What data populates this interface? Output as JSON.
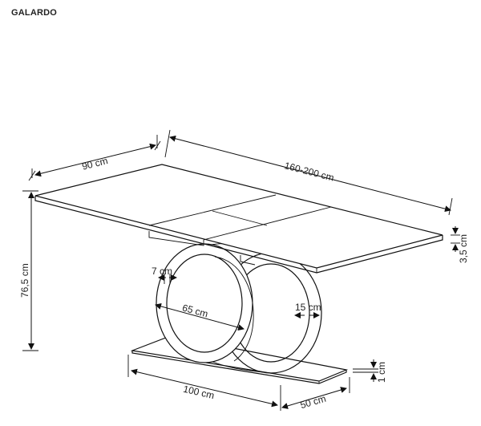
{
  "title": "GALARDO",
  "dimensions": {
    "width": "90 cm",
    "length": "160-200 cm",
    "height": "76,5 cm",
    "top_thickness": "3,5 cm",
    "ring_thickness": "7 cm",
    "ring_diameter": "65 cm",
    "ring_width": "15 cm",
    "base_thickness": "1 cm",
    "base_length": "100 cm",
    "base_width": "50 cm"
  }
}
